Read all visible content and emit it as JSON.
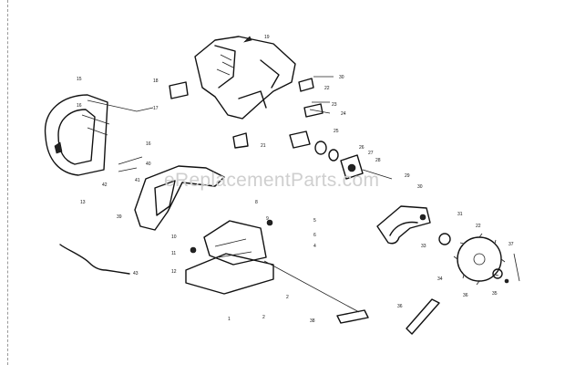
{
  "diagram": {
    "watermark": "eReplacementParts.com",
    "callouts": [
      {
        "id": "c-19",
        "text": "19"
      },
      {
        "id": "c-30a",
        "text": "30"
      },
      {
        "id": "c-22a",
        "text": "22"
      },
      {
        "id": "c-23a",
        "text": "23"
      },
      {
        "id": "c-24a",
        "text": "24"
      },
      {
        "id": "c-25",
        "text": "25"
      },
      {
        "id": "c-26",
        "text": "26"
      },
      {
        "id": "c-27",
        "text": "27"
      },
      {
        "id": "c-28",
        "text": "28"
      },
      {
        "id": "c-29",
        "text": "29"
      },
      {
        "id": "c-30b",
        "text": "30"
      },
      {
        "id": "c-21",
        "text": "21"
      },
      {
        "id": "c-18",
        "text": "18"
      },
      {
        "id": "c-15",
        "text": "15"
      },
      {
        "id": "c-16",
        "text": "16"
      },
      {
        "id": "c-17",
        "text": "17"
      },
      {
        "id": "c-16b",
        "text": "16"
      },
      {
        "id": "c-40",
        "text": "40"
      },
      {
        "id": "c-41",
        "text": "41"
      },
      {
        "id": "c-42",
        "text": "42"
      },
      {
        "id": "c-13",
        "text": "13"
      },
      {
        "id": "c-39",
        "text": "39"
      },
      {
        "id": "c-43",
        "text": "43"
      },
      {
        "id": "c-8",
        "text": "8"
      },
      {
        "id": "c-9",
        "text": "9"
      },
      {
        "id": "c-5",
        "text": "5"
      },
      {
        "id": "c-6",
        "text": "6"
      },
      {
        "id": "c-4",
        "text": "4"
      },
      {
        "id": "c-10",
        "text": "10"
      },
      {
        "id": "c-11",
        "text": "11"
      },
      {
        "id": "c-12",
        "text": "12"
      },
      {
        "id": "c-2",
        "text": "2"
      },
      {
        "id": "c-1",
        "text": "1"
      },
      {
        "id": "c-2b",
        "text": "2"
      },
      {
        "id": "c-38",
        "text": "38"
      },
      {
        "id": "c-31",
        "text": "31"
      },
      {
        "id": "c-22b",
        "text": "22"
      },
      {
        "id": "c-33",
        "text": "33"
      },
      {
        "id": "c-37",
        "text": "37"
      },
      {
        "id": "c-34",
        "text": "34"
      },
      {
        "id": "c-35",
        "text": "35"
      },
      {
        "id": "c-36",
        "text": "36"
      },
      {
        "id": "c-36b",
        "text": "36"
      }
    ]
  }
}
